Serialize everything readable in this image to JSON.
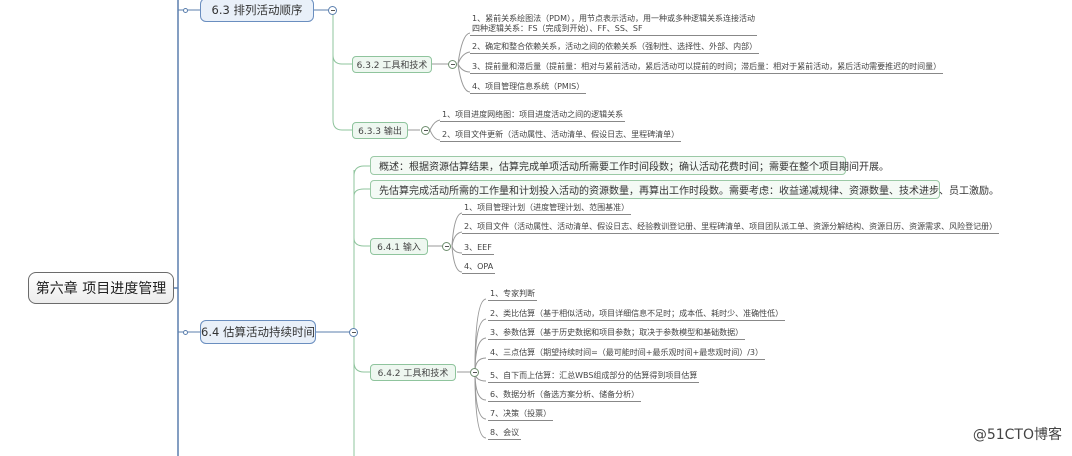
{
  "root": {
    "label": "第六章 项目进度管理"
  },
  "branches": [
    {
      "label": "6.3 排列活动顺序",
      "children": [
        {
          "label": "6.3.2 工具和技术",
          "items": [
            {
              "line1": "1、紧前关系绘图法（PDM），用节点表示活动，用一种或多种逻辑关系连接活动",
              "line2": "四种逻辑关系：FS（完成到开始）、FF、SS、SF"
            },
            {
              "line1": "2、确定和整合依赖关系，活动之间的依赖关系（强制性、选择性、外部、内部）"
            },
            {
              "line1": "3、提前量和滞后量（提前量：相对与紧前活动，紧后活动可以提前的时间；滞后量：相对于紧前活动，紧后活动需要推迟的时间量）"
            },
            {
              "line1": "4、项目管理信息系统（PMIS）"
            }
          ]
        },
        {
          "label": "6.3.3 输出",
          "items": [
            {
              "line1": "1、项目进度网络图：项目进度活动之间的逻辑关系"
            },
            {
              "line1": "2、项目文件更新（活动属性、活动清单、假设日志、里程碑清单）"
            }
          ]
        }
      ]
    },
    {
      "label": "6.4 估算活动持续时间",
      "notes": [
        "概述：根据资源估算结果，估算完成单项活动所需要工作时间段数；确认活动花费时间；需要在整个项目期间开展。",
        "先估算完成活动所需的工作量和计划投入活动的资源数量，再算出工作时段数。需要考虑：收益递减规律、资源数量、技术进步、员工激励。"
      ],
      "children": [
        {
          "label": "6.4.1 输入",
          "items": [
            {
              "line1": "1、项目管理计划（进度管理计划、范围基准）"
            },
            {
              "line1": "2、项目文件（活动属性、活动清单、假设日志、经验教训登记册、里程碑清单、项目团队派工单、资源分解结构、资源日历、资源需求、风险登记册）"
            },
            {
              "line1": "3、EEF"
            },
            {
              "line1": "4、OPA"
            }
          ]
        },
        {
          "label": "6.4.2 工具和技术",
          "items": [
            {
              "line1": "1、专家判断"
            },
            {
              "line1": "2、类比估算（基于相似活动，项目详细信息不足时；成本低、耗时少、准确性低）"
            },
            {
              "line1": "3、参数估算（基于历史数据和项目参数；取决于参数模型和基础数据）"
            },
            {
              "line1": "4、三点估算（期望持续时间=（最可能时间+最乐观时间+最悲观时间）/3）"
            },
            {
              "line1": "5、自下而上估算：汇总WBS组成部分的估算得到项目估算"
            },
            {
              "line1": "6、数据分析（备选方案分析、储备分析）"
            },
            {
              "line1": "7、决策（投票）"
            },
            {
              "line1": "8、会议"
            }
          ]
        }
      ]
    }
  ],
  "watermark": "@51CTO博客",
  "colors": {
    "main_border": "#6a8ebf",
    "main_fill": "#e9f0f9",
    "sub_border": "#8fc49d",
    "sub_fill": "#eef7f0",
    "connector_blue": "#5b7fae",
    "connector_green": "#8fc49d",
    "connector_gray": "#999999"
  }
}
